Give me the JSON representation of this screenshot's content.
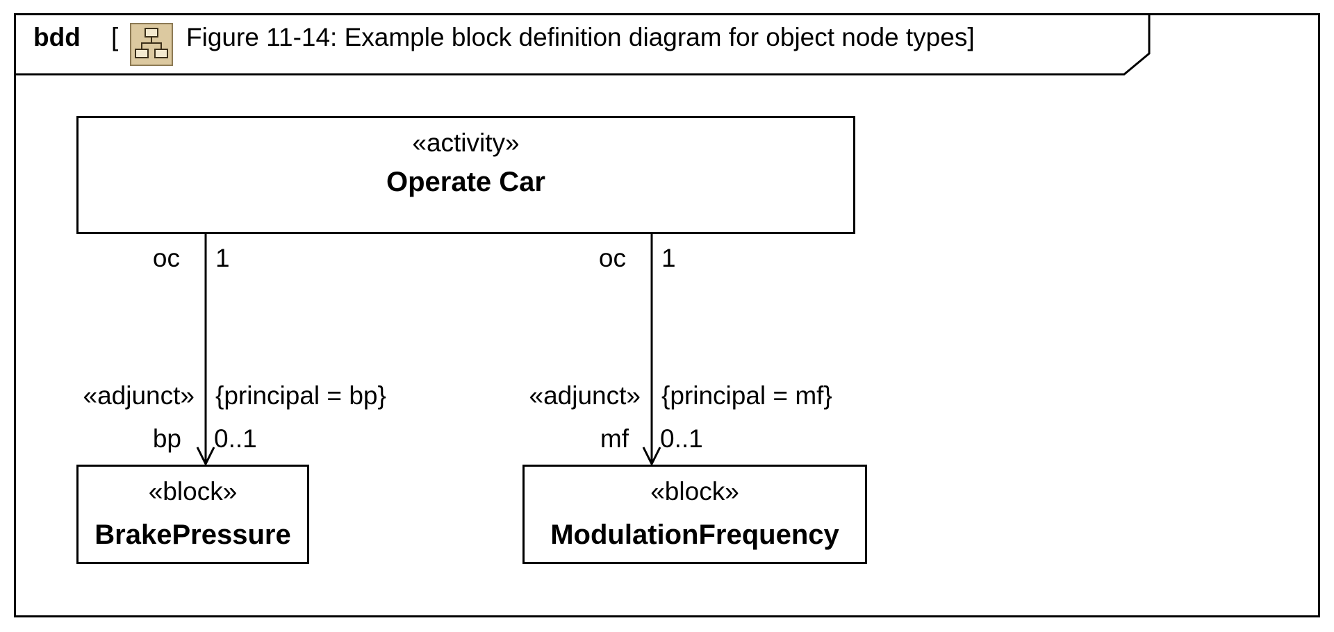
{
  "diagram": {
    "kind": "bdd",
    "bracket_open": "[",
    "title": "Figure 11-14: Example block definition diagram for object node types]",
    "icon": "package-diagram-icon",
    "activity": {
      "stereotype": "«activity»",
      "name": "Operate Car"
    },
    "blocks": [
      {
        "stereotype": "«block»",
        "name": "BrakePressure"
      },
      {
        "stereotype": "«block»",
        "name": "ModulationFrequency"
      }
    ],
    "associations": [
      {
        "source_role": "oc",
        "source_mult": "1",
        "target_stereotype": "«adjunct»",
        "constraint": "{principal = bp}",
        "target_role": "bp",
        "target_mult": "0..1"
      },
      {
        "source_role": "oc",
        "source_mult": "1",
        "target_stereotype": "«adjunct»",
        "constraint": "{principal = mf}",
        "target_role": "mf",
        "target_mult": "0..1"
      }
    ]
  }
}
